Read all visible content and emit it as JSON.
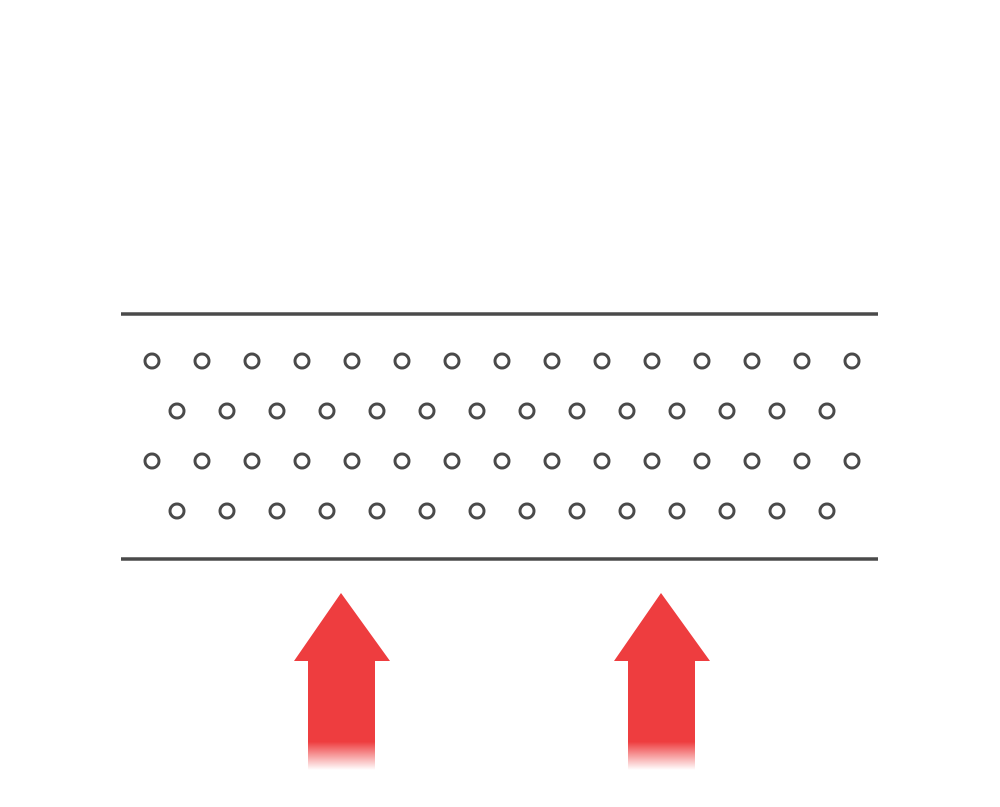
{
  "diagram": {
    "description_visible_text": "",
    "colors": {
      "background": "#ffffff",
      "boundary": "#4a4a4a",
      "particle_stroke": "#4a4a4a",
      "particle_fill": "#ffffff",
      "arrow": "#ee3d3f"
    },
    "boundaries": [
      {
        "name": "top-boundary-line"
      },
      {
        "name": "bottom-boundary-line"
      }
    ],
    "particle_grid": {
      "rows": 4,
      "columns_per_row": [
        15,
        14,
        15,
        14
      ],
      "offset_rows": [
        1,
        3
      ]
    },
    "arrows": [
      {
        "name": "heat-arrow-left",
        "direction": "up",
        "icon": "arrow-up-icon"
      },
      {
        "name": "heat-arrow-right",
        "direction": "up",
        "icon": "arrow-up-icon"
      }
    ]
  }
}
